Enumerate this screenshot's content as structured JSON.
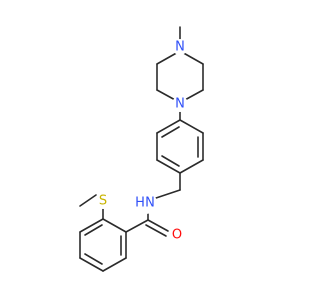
{
  "molecule": {
    "atoms": {
      "n_pip_top": {
        "symbol": "N",
        "color": "#3050F8"
      },
      "n_pip_bottom": {
        "symbol": "N",
        "color": "#3050F8"
      },
      "n_amide": {
        "symbol": "N",
        "color": "#3050F8"
      },
      "h_amide": {
        "symbol": "H",
        "color": "#3050F8"
      },
      "o_carbonyl": {
        "symbol": "O",
        "color": "#FF0D0D"
      },
      "s_thioether": {
        "symbol": "S",
        "color": "#C8B400"
      }
    },
    "bond_color": "#2b2b2b",
    "background": "#ffffff"
  }
}
